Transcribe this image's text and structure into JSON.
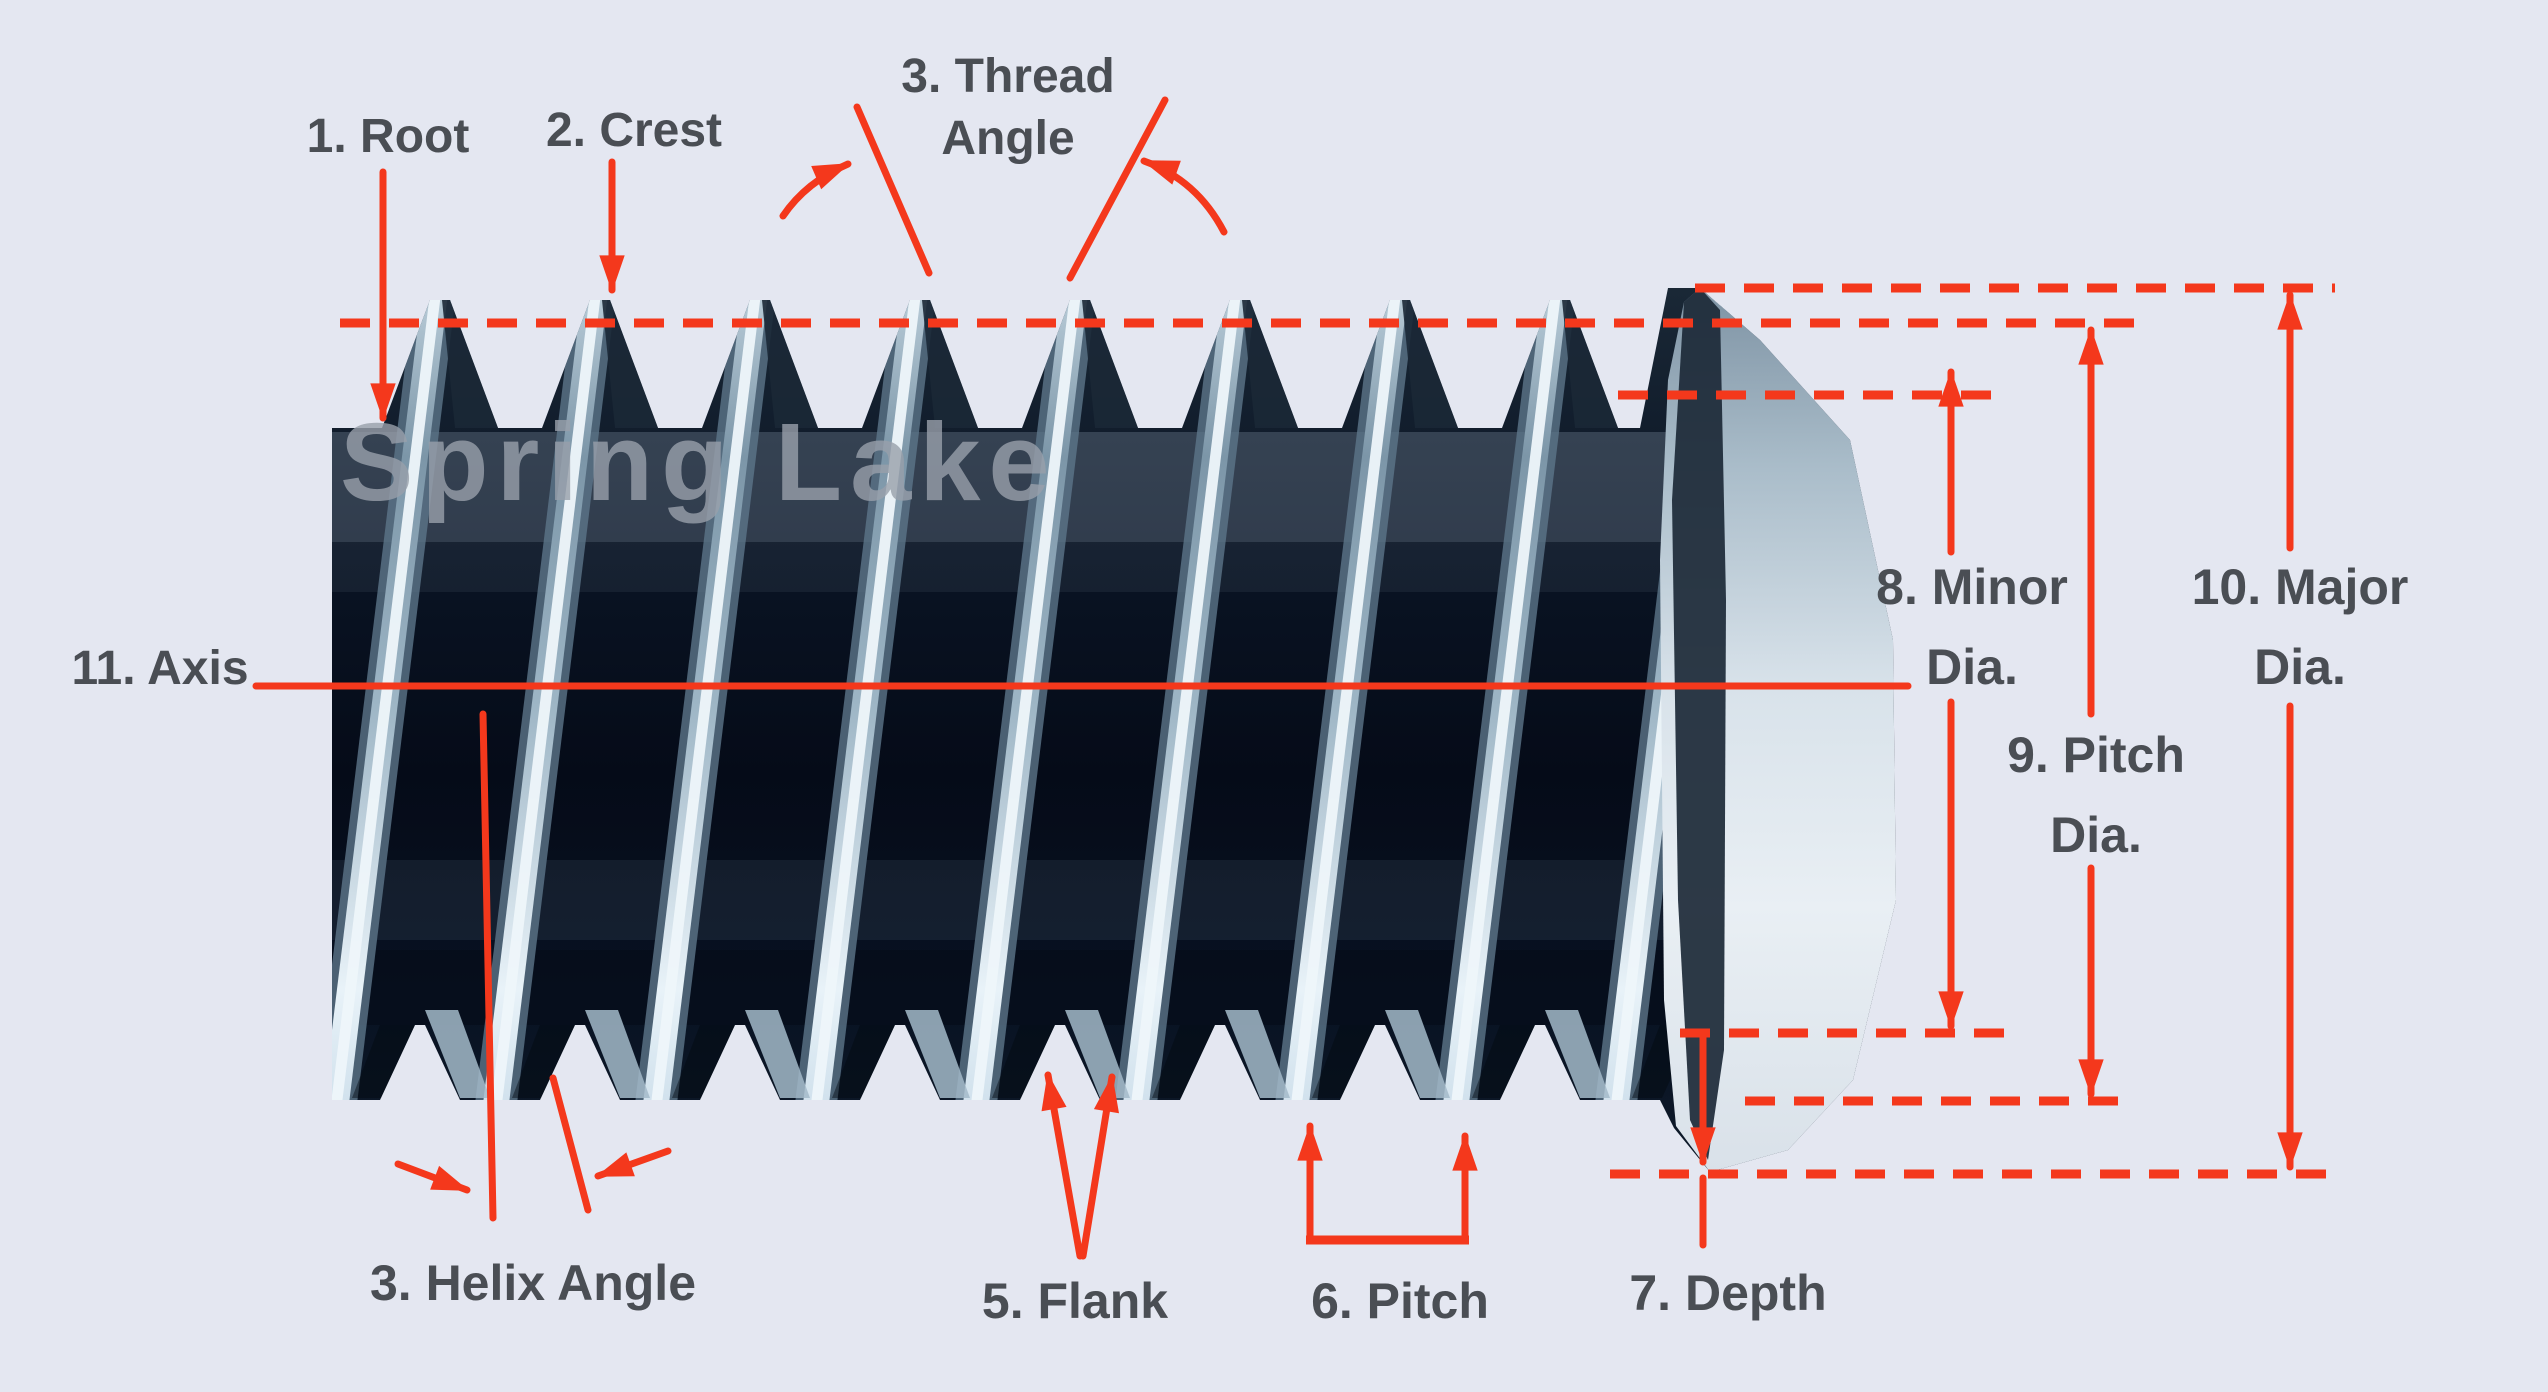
{
  "diagram": {
    "watermark": "Spring Lake",
    "palette": {
      "background": "#e4e7f1",
      "annotation_red": "#f4381c",
      "label_gray": "#4a4e54",
      "screw_dark": "#081222",
      "thread_highlight": "#e8f2f8",
      "watermark_gray": "#99a0ab"
    },
    "labels": {
      "root": "1. Root",
      "crest": "2. Crest",
      "thread_angle": [
        "3. Thread",
        "Angle"
      ],
      "helix_angle": "3. Helix Angle",
      "flank": "5. Flank",
      "pitch": "6. Pitch",
      "depth": "7. Depth",
      "minor_dia": [
        "8. Minor",
        "Dia."
      ],
      "pitch_dia": [
        "9. Pitch",
        "Dia."
      ],
      "major_dia": [
        "10. Major",
        "Dia."
      ],
      "axis": "11. Axis"
    }
  }
}
